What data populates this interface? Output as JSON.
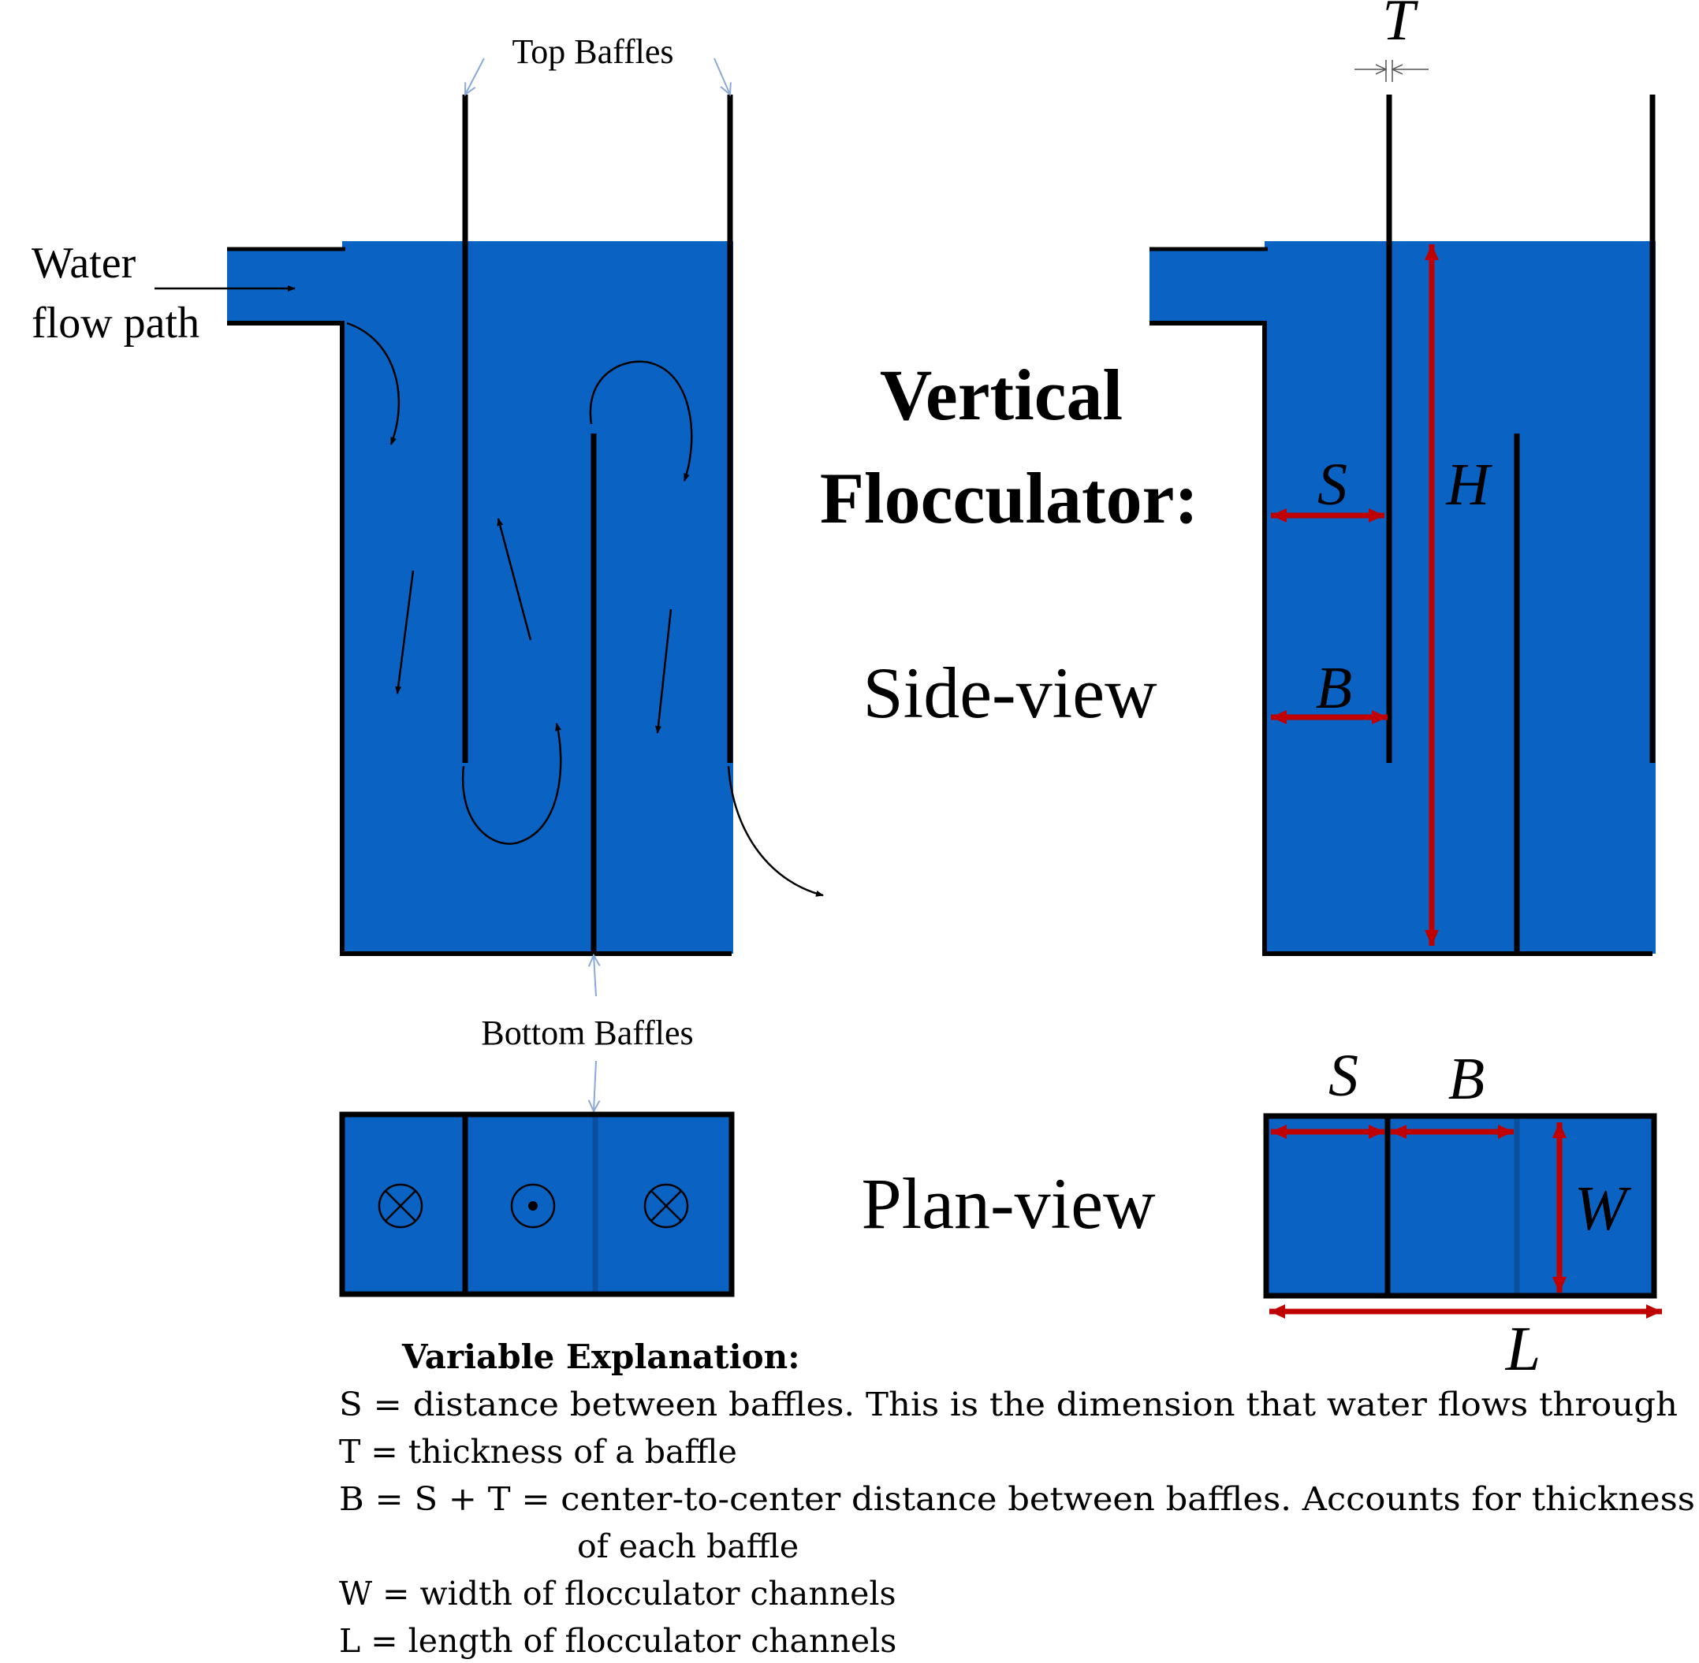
{
  "title": {
    "line1": "Vertical",
    "line2": "Flocculator:"
  },
  "views": {
    "side": "Side-view",
    "plan": "Plan-view"
  },
  "labels": {
    "top_baffles": "Top Baffles",
    "bottom_baffles": "Bottom Baffles",
    "water_line1": "Water",
    "water_line2": "flow path"
  },
  "dims": {
    "T": "T",
    "S": "S",
    "B": "B",
    "H": "H",
    "W": "W",
    "L": "L"
  },
  "explanation": {
    "heading": "Variable Explanation:",
    "S": "S = distance between baffles. This is the dimension that water flows through",
    "T": "T = thickness of a baffle",
    "B_line1": "B = S + T = center-to-center distance between baffles. Accounts for thickness",
    "B_line2": "of each baffle",
    "W": "W = width of flocculator channels",
    "L": "L = length of flocculator channels"
  },
  "colors": {
    "water": "#0a62c2",
    "wall": "#000000",
    "dimension": "#c00000",
    "pointer": "#8aa8d8"
  },
  "plan_symbols": [
    "into-page-icon",
    "out-of-page-icon",
    "into-page-icon"
  ]
}
